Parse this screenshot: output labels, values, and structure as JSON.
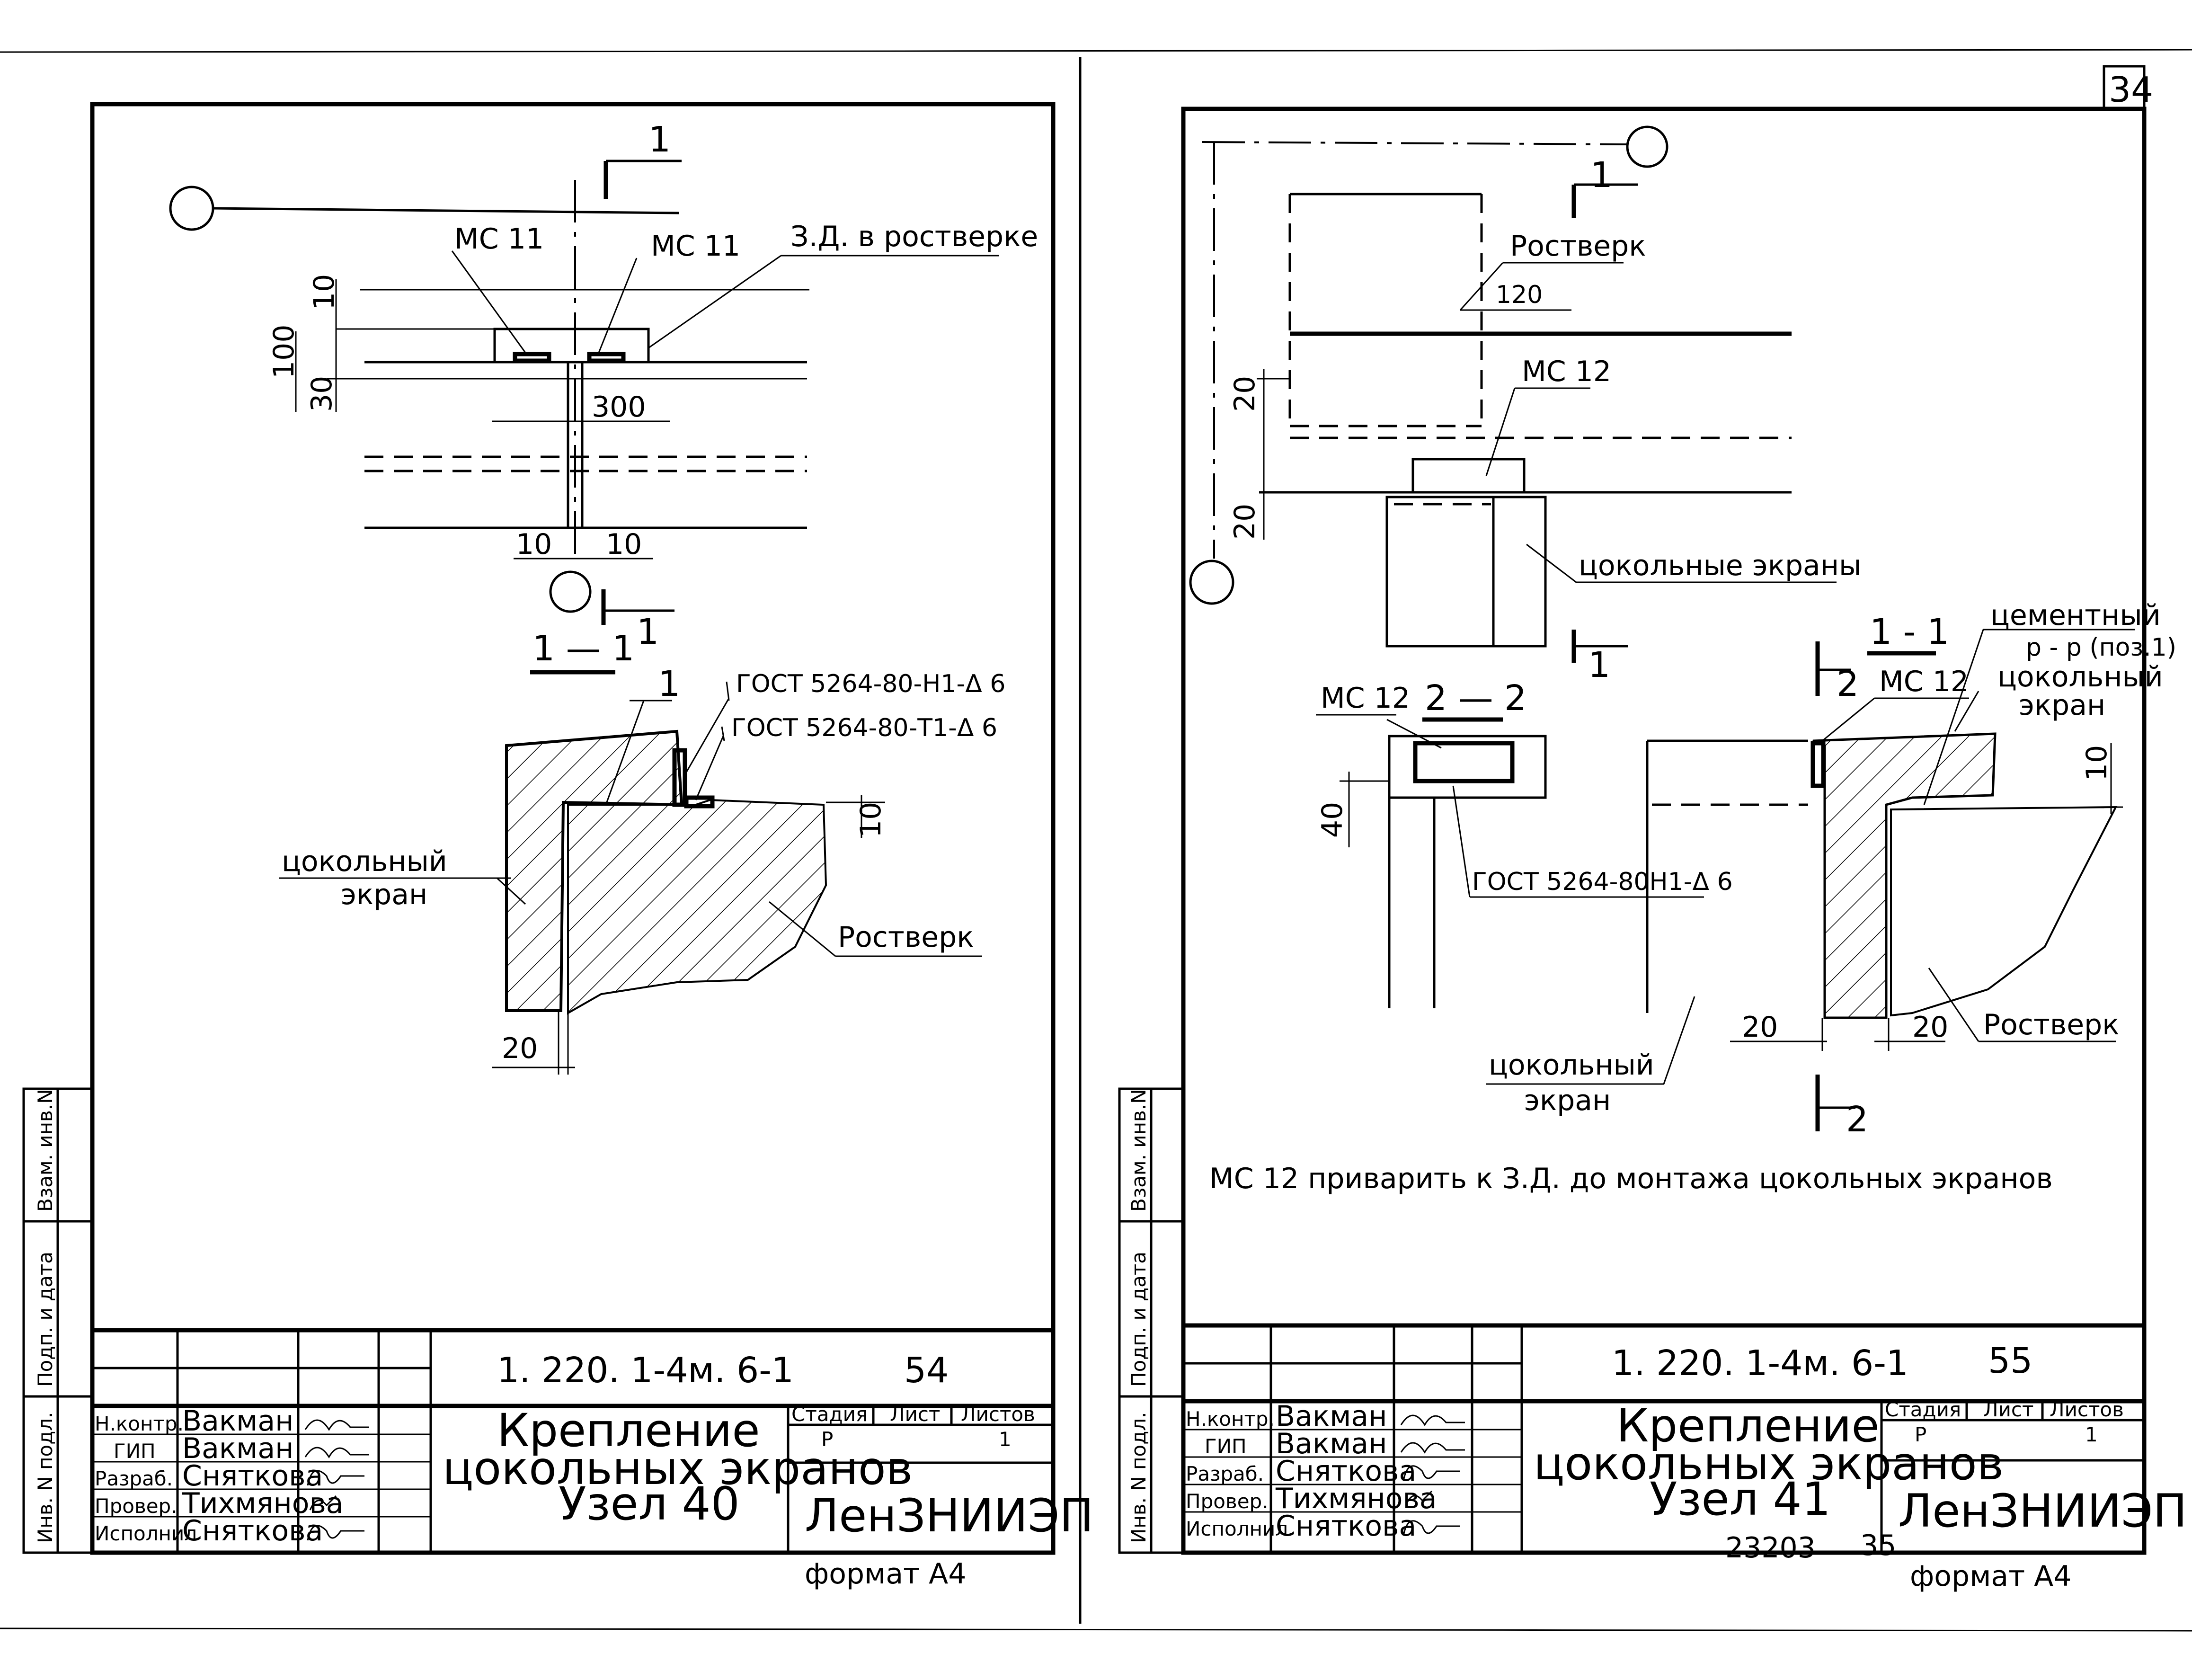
{
  "sheet_number": "34",
  "left_sheet": {
    "plan": {
      "section_mark": "1",
      "label_mc11_a": "МС 11",
      "label_mc11_b": "МС 11",
      "label_embedded": "З.Д. в ростверке",
      "dims": {
        "d10": "10",
        "d100": "100",
        "d30": "30",
        "d300": "300",
        "d10a": "10",
        "d10b": "10"
      }
    },
    "section": {
      "title": "1 — 1",
      "label_1": "1",
      "weld_1": "ГОСТ 5264-80-Н1-Δ 6",
      "weld_2": "ГОСТ 5264-80-Т1-Δ 6",
      "label_screen": "цокольный экран",
      "label_grillage": "Ростверк",
      "dim_10": "10",
      "dim_20": "20"
    },
    "stamp": {
      "code": "1. 220. 1-4м. 6-1",
      "page": "54",
      "rows": [
        {
          "role": "Н.контр.",
          "name": "Вакман"
        },
        {
          "role": "ГИП",
          "name": "Вакман"
        },
        {
          "role": "Разраб.",
          "name": "Сняткова"
        },
        {
          "role": "Провер.",
          "name": "Тихмянова"
        },
        {
          "role": "Исполнил",
          "name": "Сняткова"
        }
      ],
      "title": [
        "Крепление",
        "цокольных экранов",
        "Узел 40"
      ],
      "col_stage": "Стадия",
      "col_sheet": "Лист",
      "col_sheets": "Листов",
      "stage": "Р",
      "sheets": "1",
      "org": "ЛенЗНИИЭП",
      "format": "формат А4"
    }
  },
  "right_sheet": {
    "plan": {
      "section_mark": "1",
      "label_grillage": "Ростверк",
      "dim_120": "120",
      "dim_20a": "20",
      "dim_20b": "20",
      "label_mc12": "МС 12",
      "label_screens": "цокольные экраны"
    },
    "section22": {
      "title": "2 — 2",
      "label_mc12": "МС 12",
      "dim_40": "40",
      "weld": "ГОСТ 5264-80Н1-Δ 6"
    },
    "section11": {
      "title": "1 - 1",
      "mark_2_top": "2",
      "label_mc12": "МС 12",
      "label_mortar": [
        "цементный",
        "р - р (поз.1)"
      ],
      "label_screen": [
        "цокольный",
        "экран"
      ],
      "dim_10": "10",
      "dim_20a": "20",
      "dim_20b": "20",
      "label_grillage": "Ростверк",
      "mark_2_bottom": "2"
    },
    "screen_label": [
      "цокольный",
      "экран"
    ],
    "note": "МС 12 приварить к З.Д. до монтажа цокольных экранов",
    "stamp": {
      "code": "1. 220. 1-4м. 6-1",
      "page": "55",
      "rows": [
        {
          "role": "Н.контр.",
          "name": "Вакман"
        },
        {
          "role": "ГИП",
          "name": "Вакман"
        },
        {
          "role": "Разраб.",
          "name": "Сняткова"
        },
        {
          "role": "Провер.",
          "name": "Тихмянова"
        },
        {
          "role": "Исполнил",
          "name": "Сняткова"
        }
      ],
      "title": [
        "Крепление",
        "цокольных экранов",
        "Узел 41"
      ],
      "col_stage": "Стадия",
      "col_sheet": "Лист",
      "col_sheets": "Листов",
      "stage": "Р",
      "sheets": "1",
      "org": "ЛенЗНИИЭП",
      "archive": "23203",
      "archive_page": "35",
      "format": "формат А4"
    }
  },
  "side_stamp": {
    "vzam": "Взам. инв.N",
    "podp": "Подп. и дата",
    "inv": "Инв. N подл."
  }
}
